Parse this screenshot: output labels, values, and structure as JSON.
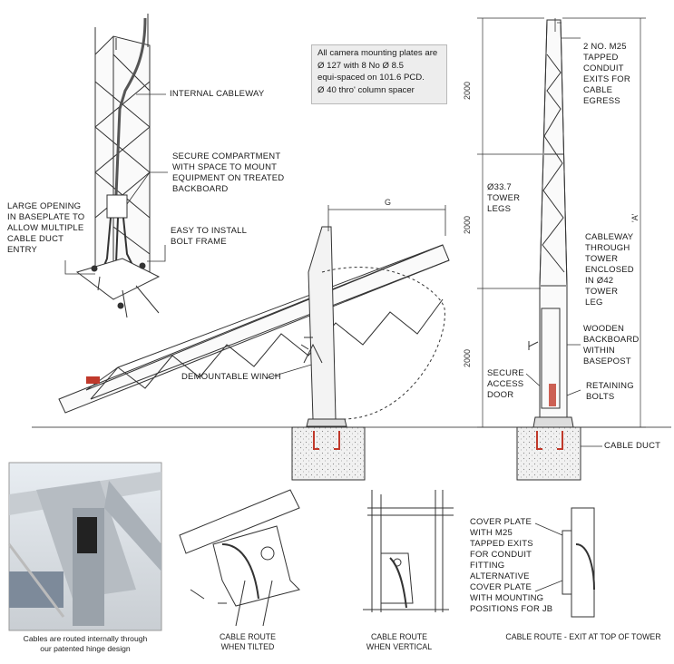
{
  "note": "All camera mounting plates are\nØ 127 with 8 No Ø 8.5\nequi-spaced on 101.6 PCD.\nØ 40 thro' column spacer",
  "labels": {
    "internal_cableway": "INTERNAL CABLEWAY",
    "secure_compartment": "SECURE COMPARTMENT\nWITH SPACE TO MOUNT\nEQUIPMENT ON TREATED\nBACKBOARD",
    "large_opening": "LARGE OPENING\nIN BASEPLATE TO\nALLOW MULTIPLE\nCABLE DUCT\nENTRY",
    "easy_install": "EASY TO INSTALL\nBOLT FRAME",
    "demountable_winch": "DEMOUNTABLE WINCH",
    "m25_conduit": "2 No. M25\nTAPPED\nCONDUIT\nEXITS FOR\nCABLE\nEGRESS",
    "tower_legs": "Ø33.7\nTOWER\nLEGS",
    "cableway_tower": "CABLEWAY\nTHROUGH\nTOWER\nENCLOSED\nIN Ø42\nTOWER\nLEG",
    "wooden_backboard": "WOODEN\nBACKBOARD\nWITHIN\nBASEPOST",
    "secure_access_door": "SECURE\nACCESS\nDOOR",
    "retaining_bolts": "RETAINING\nBOLTS",
    "cable_duct": "CABLE DUCT",
    "cover_plate": "COVER PLATE\nWITH M25\nTAPPED EXITS\nFOR CONDUIT\nFITTING\nALTERNATIVE\nCOVER PLATE\nWITH MOUNTING\nPOSITIONS FOR JB"
  },
  "dimensions": {
    "g": "G",
    "a": "'A'",
    "seg1": "2000",
    "seg2": "2000",
    "seg3": "2000"
  },
  "captions": {
    "tilted": "CABLE ROUTE\nWHEN TILTED",
    "vertical": "CABLE ROUTE\nWHEN VERTICAL",
    "exit_top": "CABLE ROUTE - EXIT AT TOP OF TOWER",
    "photo": "Cables are routed internally through\nour patented hinge design"
  }
}
